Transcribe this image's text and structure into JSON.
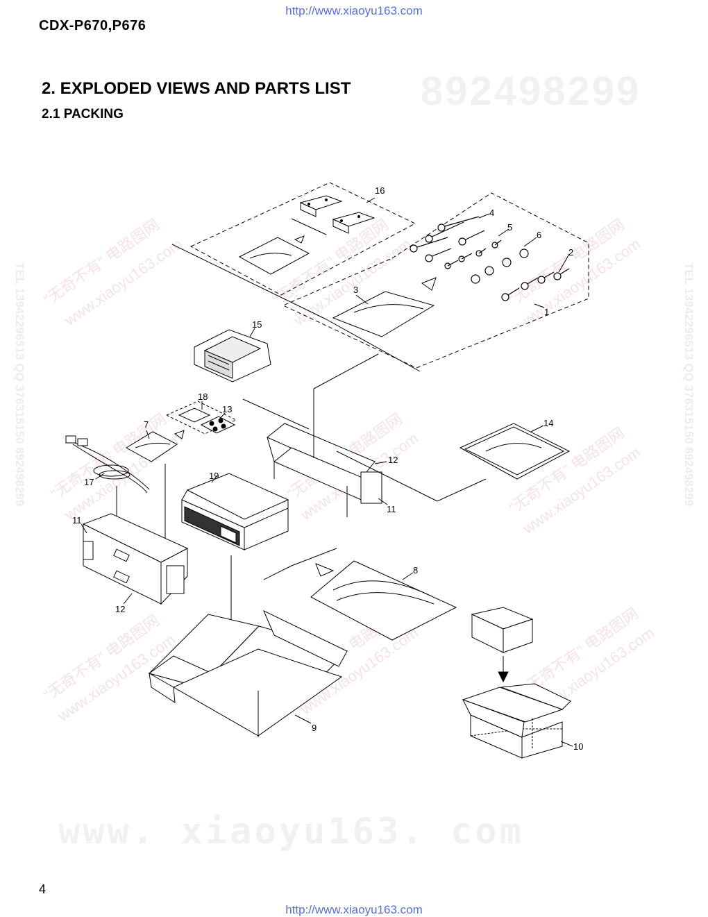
{
  "header": {
    "url_top": "http://www.xiaoyu163.com",
    "model": "CDX-P670,P676"
  },
  "section": {
    "title": "2. EXPLODED VIEWS AND PARTS LIST",
    "subtitle": "2.1 PACKING"
  },
  "watermarks": {
    "number": "892498299",
    "bottom": "www. xiaoyu163. com",
    "side": "TEL 13942296513  QQ 376315150  892498299",
    "diag_cn": "“无奇不有” 电路图网",
    "diag_url": "www.xiaoyu163.com"
  },
  "diagram": {
    "part_labels": [
      "1",
      "2",
      "3",
      "4",
      "5",
      "6",
      "7",
      "8",
      "9",
      "10",
      "11",
      "12",
      "13",
      "14",
      "15",
      "16",
      "17",
      "18",
      "19"
    ]
  },
  "footer": {
    "page_number": "4",
    "url_bottom": "http://www.xiaoyu163.com"
  }
}
